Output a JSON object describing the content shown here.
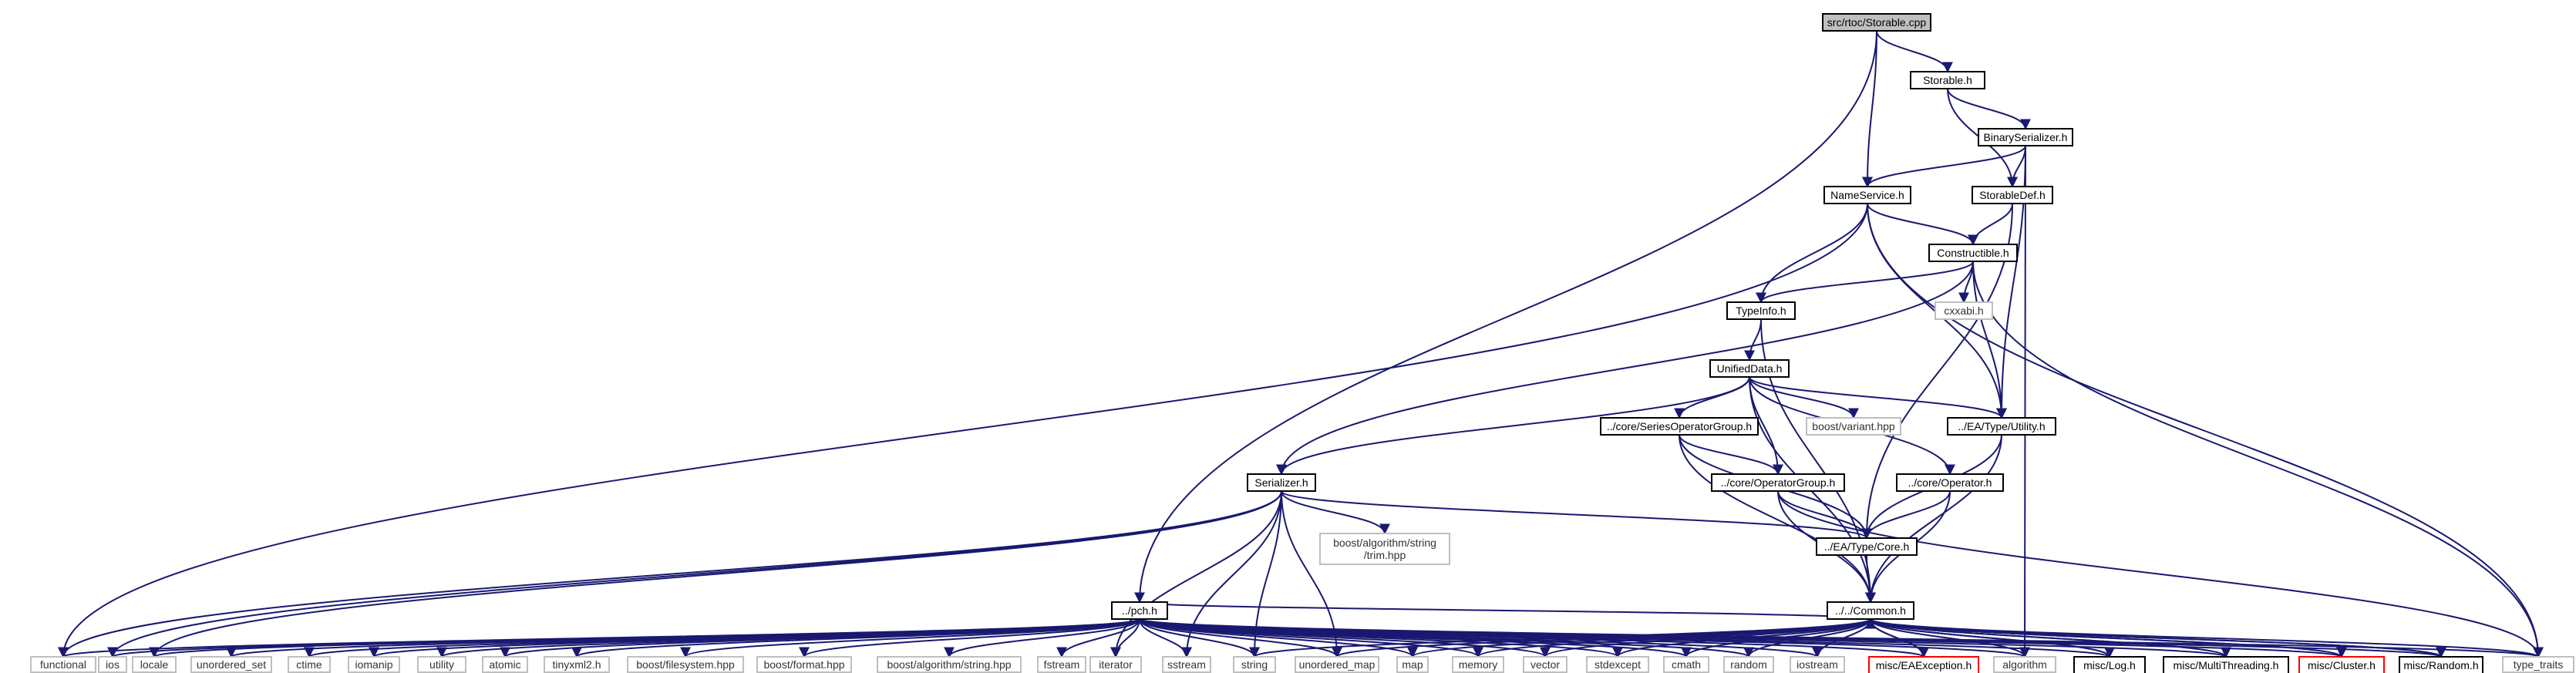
{
  "diagram": {
    "nodes": [
      {
        "id": "storable_cpp",
        "label": "src/rtoc/Storable.cpp",
        "kind": "root",
        "link": false
      },
      {
        "id": "storable_h",
        "label": "Storable.h",
        "kind": "file",
        "link": true
      },
      {
        "id": "binaryserializer_h",
        "label": "BinarySerializer.h",
        "kind": "file",
        "link": true
      },
      {
        "id": "nameservice_h",
        "label": "NameService.h",
        "kind": "file",
        "link": true
      },
      {
        "id": "storabledef_h",
        "label": "StorableDef.h",
        "kind": "file",
        "link": true
      },
      {
        "id": "constructible_h",
        "label": "Constructible.h",
        "kind": "file",
        "link": true
      },
      {
        "id": "typeinfo_h",
        "label": "TypeInfo.h",
        "kind": "file",
        "link": true
      },
      {
        "id": "cxxabi_h",
        "label": "cxxabi.h",
        "kind": "external",
        "link": false
      },
      {
        "id": "unifieddata_h",
        "label": "UnifiedData.h",
        "kind": "file",
        "link": true
      },
      {
        "id": "boost_variant",
        "label": "boost/variant.hpp",
        "kind": "external",
        "link": false
      },
      {
        "id": "ea_utility_h",
        "label": "../EA/Type/Utility.h",
        "kind": "file",
        "link": true
      },
      {
        "id": "seriesopgroup_h",
        "label": "../core/SeriesOperatorGroup.h",
        "kind": "file",
        "link": true
      },
      {
        "id": "serializer_h",
        "label": "Serializer.h",
        "kind": "file",
        "link": true
      },
      {
        "id": "opgroup_h",
        "label": "../core/OperatorGroup.h",
        "kind": "file",
        "link": true
      },
      {
        "id": "operator_h",
        "label": "../core/Operator.h",
        "kind": "file",
        "link": true
      },
      {
        "id": "boost_trim",
        "label": "boost/algorithm/string\n/trim.hpp",
        "kind": "external",
        "link": false
      },
      {
        "id": "ea_core_h",
        "label": "../EA/Type/Core.h",
        "kind": "file",
        "link": true
      },
      {
        "id": "pch_h",
        "label": "../pch.h",
        "kind": "file",
        "link": true
      },
      {
        "id": "common_h",
        "label": "../../Common.h",
        "kind": "file",
        "link": true
      },
      {
        "id": "functional",
        "label": "functional",
        "kind": "external",
        "link": false
      },
      {
        "id": "ios",
        "label": "ios",
        "kind": "external",
        "link": false
      },
      {
        "id": "locale",
        "label": "locale",
        "kind": "external",
        "link": false
      },
      {
        "id": "unordered_set",
        "label": "unordered_set",
        "kind": "external",
        "link": false
      },
      {
        "id": "ctime",
        "label": "ctime",
        "kind": "external",
        "link": false
      },
      {
        "id": "iomanip",
        "label": "iomanip",
        "kind": "external",
        "link": false
      },
      {
        "id": "utility",
        "label": "utility",
        "kind": "external",
        "link": false
      },
      {
        "id": "atomic",
        "label": "atomic",
        "kind": "external",
        "link": false
      },
      {
        "id": "tinyxml2_h",
        "label": "tinyxml2.h",
        "kind": "external",
        "link": false
      },
      {
        "id": "boost_filesystem",
        "label": "boost/filesystem.hpp",
        "kind": "external",
        "link": false
      },
      {
        "id": "boost_format",
        "label": "boost/format.hpp",
        "kind": "external",
        "link": false
      },
      {
        "id": "boost_algo_string",
        "label": "boost/algorithm/string.hpp",
        "kind": "external",
        "link": false
      },
      {
        "id": "fstream",
        "label": "fstream",
        "kind": "external",
        "link": false
      },
      {
        "id": "iterator",
        "label": "iterator",
        "kind": "external",
        "link": false
      },
      {
        "id": "sstream",
        "label": "sstream",
        "kind": "external",
        "link": false
      },
      {
        "id": "string",
        "label": "string",
        "kind": "external",
        "link": false
      },
      {
        "id": "unordered_map",
        "label": "unordered_map",
        "kind": "external",
        "link": false
      },
      {
        "id": "map",
        "label": "map",
        "kind": "external",
        "link": false
      },
      {
        "id": "memory",
        "label": "memory",
        "kind": "external",
        "link": false
      },
      {
        "id": "vector",
        "label": "vector",
        "kind": "external",
        "link": false
      },
      {
        "id": "stdexcept",
        "label": "stdexcept",
        "kind": "external",
        "link": false
      },
      {
        "id": "cmath",
        "label": "cmath",
        "kind": "external",
        "link": false
      },
      {
        "id": "random",
        "label": "random",
        "kind": "external",
        "link": false
      },
      {
        "id": "iostream",
        "label": "iostream",
        "kind": "external",
        "link": false
      },
      {
        "id": "misc_eaexception",
        "label": "misc/EAException.h",
        "kind": "missing",
        "link": false
      },
      {
        "id": "algorithm",
        "label": "algorithm",
        "kind": "external",
        "link": false
      },
      {
        "id": "misc_log",
        "label": "misc/Log.h",
        "kind": "file",
        "link": true
      },
      {
        "id": "misc_multithreading",
        "label": "misc/MultiThreading.h",
        "kind": "file",
        "link": true
      },
      {
        "id": "misc_cluster",
        "label": "misc/Cluster.h",
        "kind": "missing",
        "link": false
      },
      {
        "id": "misc_random",
        "label": "misc/Random.h",
        "kind": "file",
        "link": true
      },
      {
        "id": "type_traits",
        "label": "type_traits",
        "kind": "external",
        "link": false
      }
    ],
    "edges": [
      [
        "storable_cpp",
        "pch_h"
      ],
      [
        "storable_cpp",
        "storable_h"
      ],
      [
        "storable_cpp",
        "nameservice_h"
      ],
      [
        "storable_h",
        "binaryserializer_h"
      ],
      [
        "storable_h",
        "storabledef_h"
      ],
      [
        "binaryserializer_h",
        "nameservice_h"
      ],
      [
        "binaryserializer_h",
        "storabledef_h"
      ],
      [
        "binaryserializer_h",
        "ea_utility_h"
      ],
      [
        "binaryserializer_h",
        "algorithm"
      ],
      [
        "nameservice_h",
        "constructible_h"
      ],
      [
        "nameservice_h",
        "typeinfo_h"
      ],
      [
        "nameservice_h",
        "ea_utility_h"
      ],
      [
        "nameservice_h",
        "functional"
      ],
      [
        "nameservice_h",
        "type_traits"
      ],
      [
        "storabledef_h",
        "constructible_h"
      ],
      [
        "storabledef_h",
        "ea_core_h"
      ],
      [
        "constructible_h",
        "typeinfo_h"
      ],
      [
        "constructible_h",
        "cxxabi_h"
      ],
      [
        "constructible_h",
        "ea_utility_h"
      ],
      [
        "constructible_h",
        "serializer_h"
      ],
      [
        "constructible_h",
        "type_traits"
      ],
      [
        "typeinfo_h",
        "unifieddata_h"
      ],
      [
        "typeinfo_h",
        "common_h"
      ],
      [
        "unifieddata_h",
        "serializer_h"
      ],
      [
        "unifieddata_h",
        "seriesopgroup_h"
      ],
      [
        "unifieddata_h",
        "opgroup_h"
      ],
      [
        "unifieddata_h",
        "boost_variant"
      ],
      [
        "unifieddata_h",
        "ea_utility_h"
      ],
      [
        "unifieddata_h",
        "operator_h"
      ],
      [
        "unifieddata_h",
        "common_h"
      ],
      [
        "ea_utility_h",
        "ea_core_h"
      ],
      [
        "ea_utility_h",
        "common_h"
      ],
      [
        "seriesopgroup_h",
        "opgroup_h"
      ],
      [
        "seriesopgroup_h",
        "ea_core_h"
      ],
      [
        "seriesopgroup_h",
        "common_h"
      ],
      [
        "opgroup_h",
        "ea_core_h"
      ],
      [
        "opgroup_h",
        "common_h"
      ],
      [
        "opgroup_h",
        "type_traits"
      ],
      [
        "operator_h",
        "ea_core_h"
      ],
      [
        "operator_h",
        "common_h"
      ],
      [
        "serializer_h",
        "boost_trim"
      ],
      [
        "serializer_h",
        "ea_core_h"
      ],
      [
        "serializer_h",
        "ios"
      ],
      [
        "serializer_h",
        "locale"
      ],
      [
        "serializer_h",
        "iterator"
      ],
      [
        "serializer_h",
        "sstream"
      ],
      [
        "serializer_h",
        "string"
      ],
      [
        "serializer_h",
        "unordered_map"
      ],
      [
        "serializer_h",
        "functional"
      ],
      [
        "ea_core_h",
        "common_h"
      ],
      [
        "pch_h",
        "functional"
      ],
      [
        "pch_h",
        "ios"
      ],
      [
        "pch_h",
        "locale"
      ],
      [
        "pch_h",
        "unordered_set"
      ],
      [
        "pch_h",
        "ctime"
      ],
      [
        "pch_h",
        "iomanip"
      ],
      [
        "pch_h",
        "utility"
      ],
      [
        "pch_h",
        "atomic"
      ],
      [
        "pch_h",
        "tinyxml2_h"
      ],
      [
        "pch_h",
        "boost_filesystem"
      ],
      [
        "pch_h",
        "boost_format"
      ],
      [
        "pch_h",
        "boost_algo_string"
      ],
      [
        "pch_h",
        "fstream"
      ],
      [
        "pch_h",
        "iterator"
      ],
      [
        "pch_h",
        "sstream"
      ],
      [
        "pch_h",
        "string"
      ],
      [
        "pch_h",
        "unordered_map"
      ],
      [
        "pch_h",
        "map"
      ],
      [
        "pch_h",
        "memory"
      ],
      [
        "pch_h",
        "vector"
      ],
      [
        "pch_h",
        "stdexcept"
      ],
      [
        "pch_h",
        "cmath"
      ],
      [
        "pch_h",
        "random"
      ],
      [
        "pch_h",
        "iostream"
      ],
      [
        "pch_h",
        "common_h"
      ],
      [
        "pch_h",
        "misc_eaexception"
      ],
      [
        "pch_h",
        "algorithm"
      ],
      [
        "pch_h",
        "misc_log"
      ],
      [
        "pch_h",
        "misc_multithreading"
      ],
      [
        "pch_h",
        "misc_cluster"
      ],
      [
        "pch_h",
        "misc_random"
      ],
      [
        "pch_h",
        "type_traits"
      ],
      [
        "common_h",
        "string"
      ],
      [
        "common_h",
        "unordered_map"
      ],
      [
        "common_h",
        "map"
      ],
      [
        "common_h",
        "memory"
      ],
      [
        "common_h",
        "vector"
      ],
      [
        "common_h",
        "stdexcept"
      ],
      [
        "common_h",
        "cmath"
      ],
      [
        "common_h",
        "random"
      ],
      [
        "common_h",
        "iostream"
      ],
      [
        "common_h",
        "misc_eaexception"
      ],
      [
        "common_h",
        "algorithm"
      ],
      [
        "common_h",
        "misc_log"
      ],
      [
        "common_h",
        "misc_multithreading"
      ],
      [
        "common_h",
        "misc_cluster"
      ],
      [
        "common_h",
        "misc_random"
      ],
      [
        "common_h",
        "type_traits"
      ],
      [
        "misc_eaexception",
        "common_h"
      ],
      [
        "misc_log",
        "common_h"
      ],
      [
        "misc_multithreading",
        "common_h"
      ],
      [
        "misc_cluster",
        "common_h"
      ],
      [
        "misc_random",
        "common_h"
      ]
    ]
  }
}
